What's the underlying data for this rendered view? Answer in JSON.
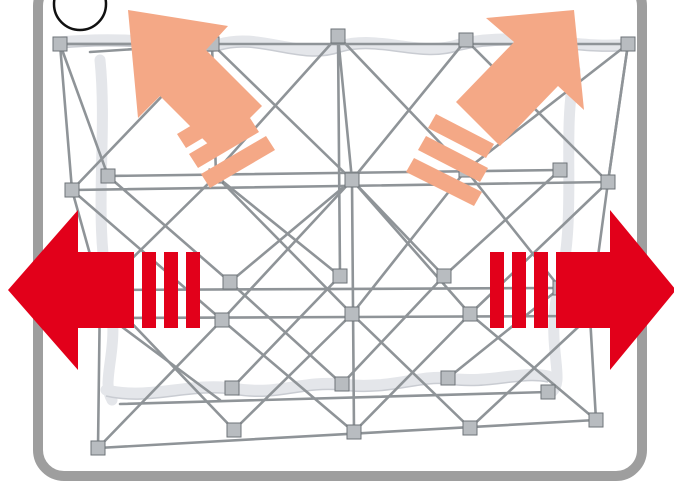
{
  "figure": {
    "step_number": "",
    "colors": {
      "panel_border": "#9e9e9e",
      "frame_strut": "#8f9498",
      "frame_hub": "#b8bcc0",
      "fabric_band": "#e4e6ea",
      "arrow_expand_vertical": "#f4a886",
      "arrow_expand_horizontal": "#e2001a"
    },
    "arrows": [
      {
        "name": "arrow-up-left-icon",
        "direction": "up-left"
      },
      {
        "name": "arrow-up-right-icon",
        "direction": "up-right"
      },
      {
        "name": "arrow-left-icon",
        "direction": "left"
      },
      {
        "name": "arrow-right-icon",
        "direction": "right"
      }
    ]
  }
}
